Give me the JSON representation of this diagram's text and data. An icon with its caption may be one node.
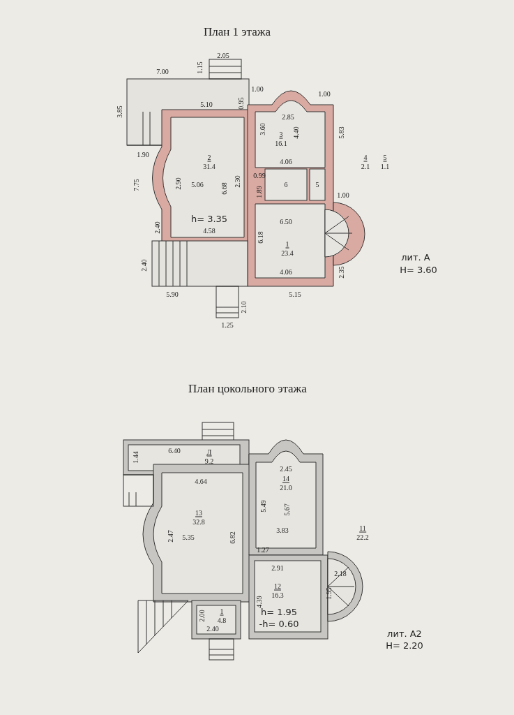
{
  "diagram": {
    "labels": [
      "План 1 этажа",
      "2.05",
      "1.15",
      "7.00",
      "3.85",
      "5.10",
      "0.95",
      "1.00",
      "2.85",
      "1.00",
      "3.60",
      "4.40",
      "3",
      "16.1",
      "5.83",
      "4",
      "2.1",
      "5",
      "1.1",
      "1.90",
      "2",
      "31.4",
      "4.06",
      "0.99",
      "6",
      "5",
      "2.90",
      "7.75",
      "5.06",
      "6.68",
      "2.30",
      "1.89",
      "1.00",
      "h= 3.35",
      "2.40",
      "4.58",
      "6.50",
      "6.18",
      "1",
      "23.4",
      "2.40",
      "лит. А",
      "H= 3.60",
      "4.06",
      "2.35",
      "5.90",
      "5.15",
      "2.10",
      "1.25",
      "План цокольного этажа",
      "1.44",
      "6.40",
      "Д",
      "9.2",
      "2.45",
      "14",
      "21.0",
      "4.64",
      "13",
      "32.8",
      "5.49",
      "5.67",
      "11",
      "22.2",
      "2.47",
      "5.35",
      "6.82",
      "3.83",
      "1.27",
      "2.91",
      "2.18",
      "1.95",
      "12",
      "16.3",
      "4.39",
      "h= 1.95",
      "-h= 0.60",
      "2.00",
      "1",
      "4.8",
      "2.40",
      "лит. А2",
      "H= 2.20"
    ]
  }
}
